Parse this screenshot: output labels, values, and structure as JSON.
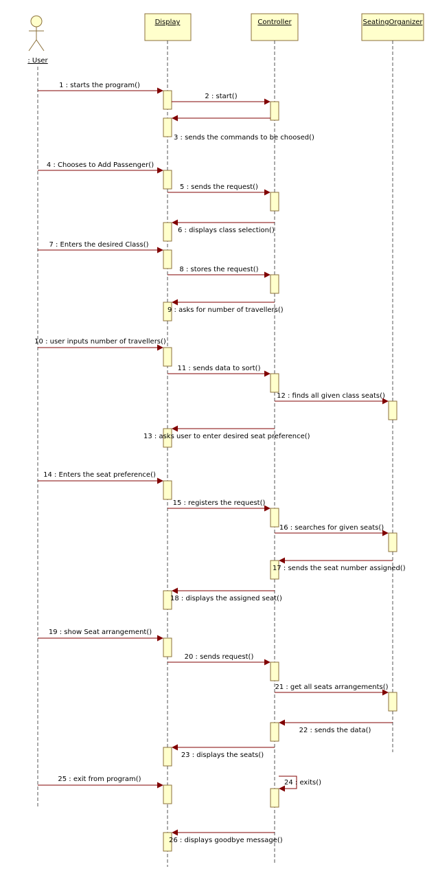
{
  "actor": {
    "label": ": User"
  },
  "lifelines": {
    "display": "Display",
    "controller": "Controller",
    "seating": "SeatingOrganizer"
  },
  "messages": [
    "1 : starts the program()",
    "2 : start()",
    "3 : sends the commands to be choosed()",
    "4 : Chooses to Add Passenger()",
    "5 : sends the request()",
    "6 : displays class selection()",
    "7 : Enters the desired Class()",
    "8 : stores the request()",
    "9 : asks for number of travellers()",
    "10 : user inputs number of travellers()",
    "11 : sends data to sort()",
    "12 : finds all given class seats()",
    "13 : asks user to enter desired seat preference()",
    "14 : Enters the seat preference()",
    "15 : registers the request()",
    "16 : searches for given seats()",
    "17 : sends the seat number assigned()",
    "18 : displays the assigned seat()",
    "19 : show Seat arrangement()",
    "20 : sends request()",
    "21 : get all seats arrangements()",
    "22 : sends the data()",
    "23 : displays the seats()",
    "24 : exits()",
    "25 : exit from program()",
    "26 : displays goodbye message()"
  ],
  "colors": {
    "box_fill": "#ffffcc",
    "box_stroke": "#8b6f3a",
    "arrow": "#800000",
    "lifeline": "#555555"
  }
}
